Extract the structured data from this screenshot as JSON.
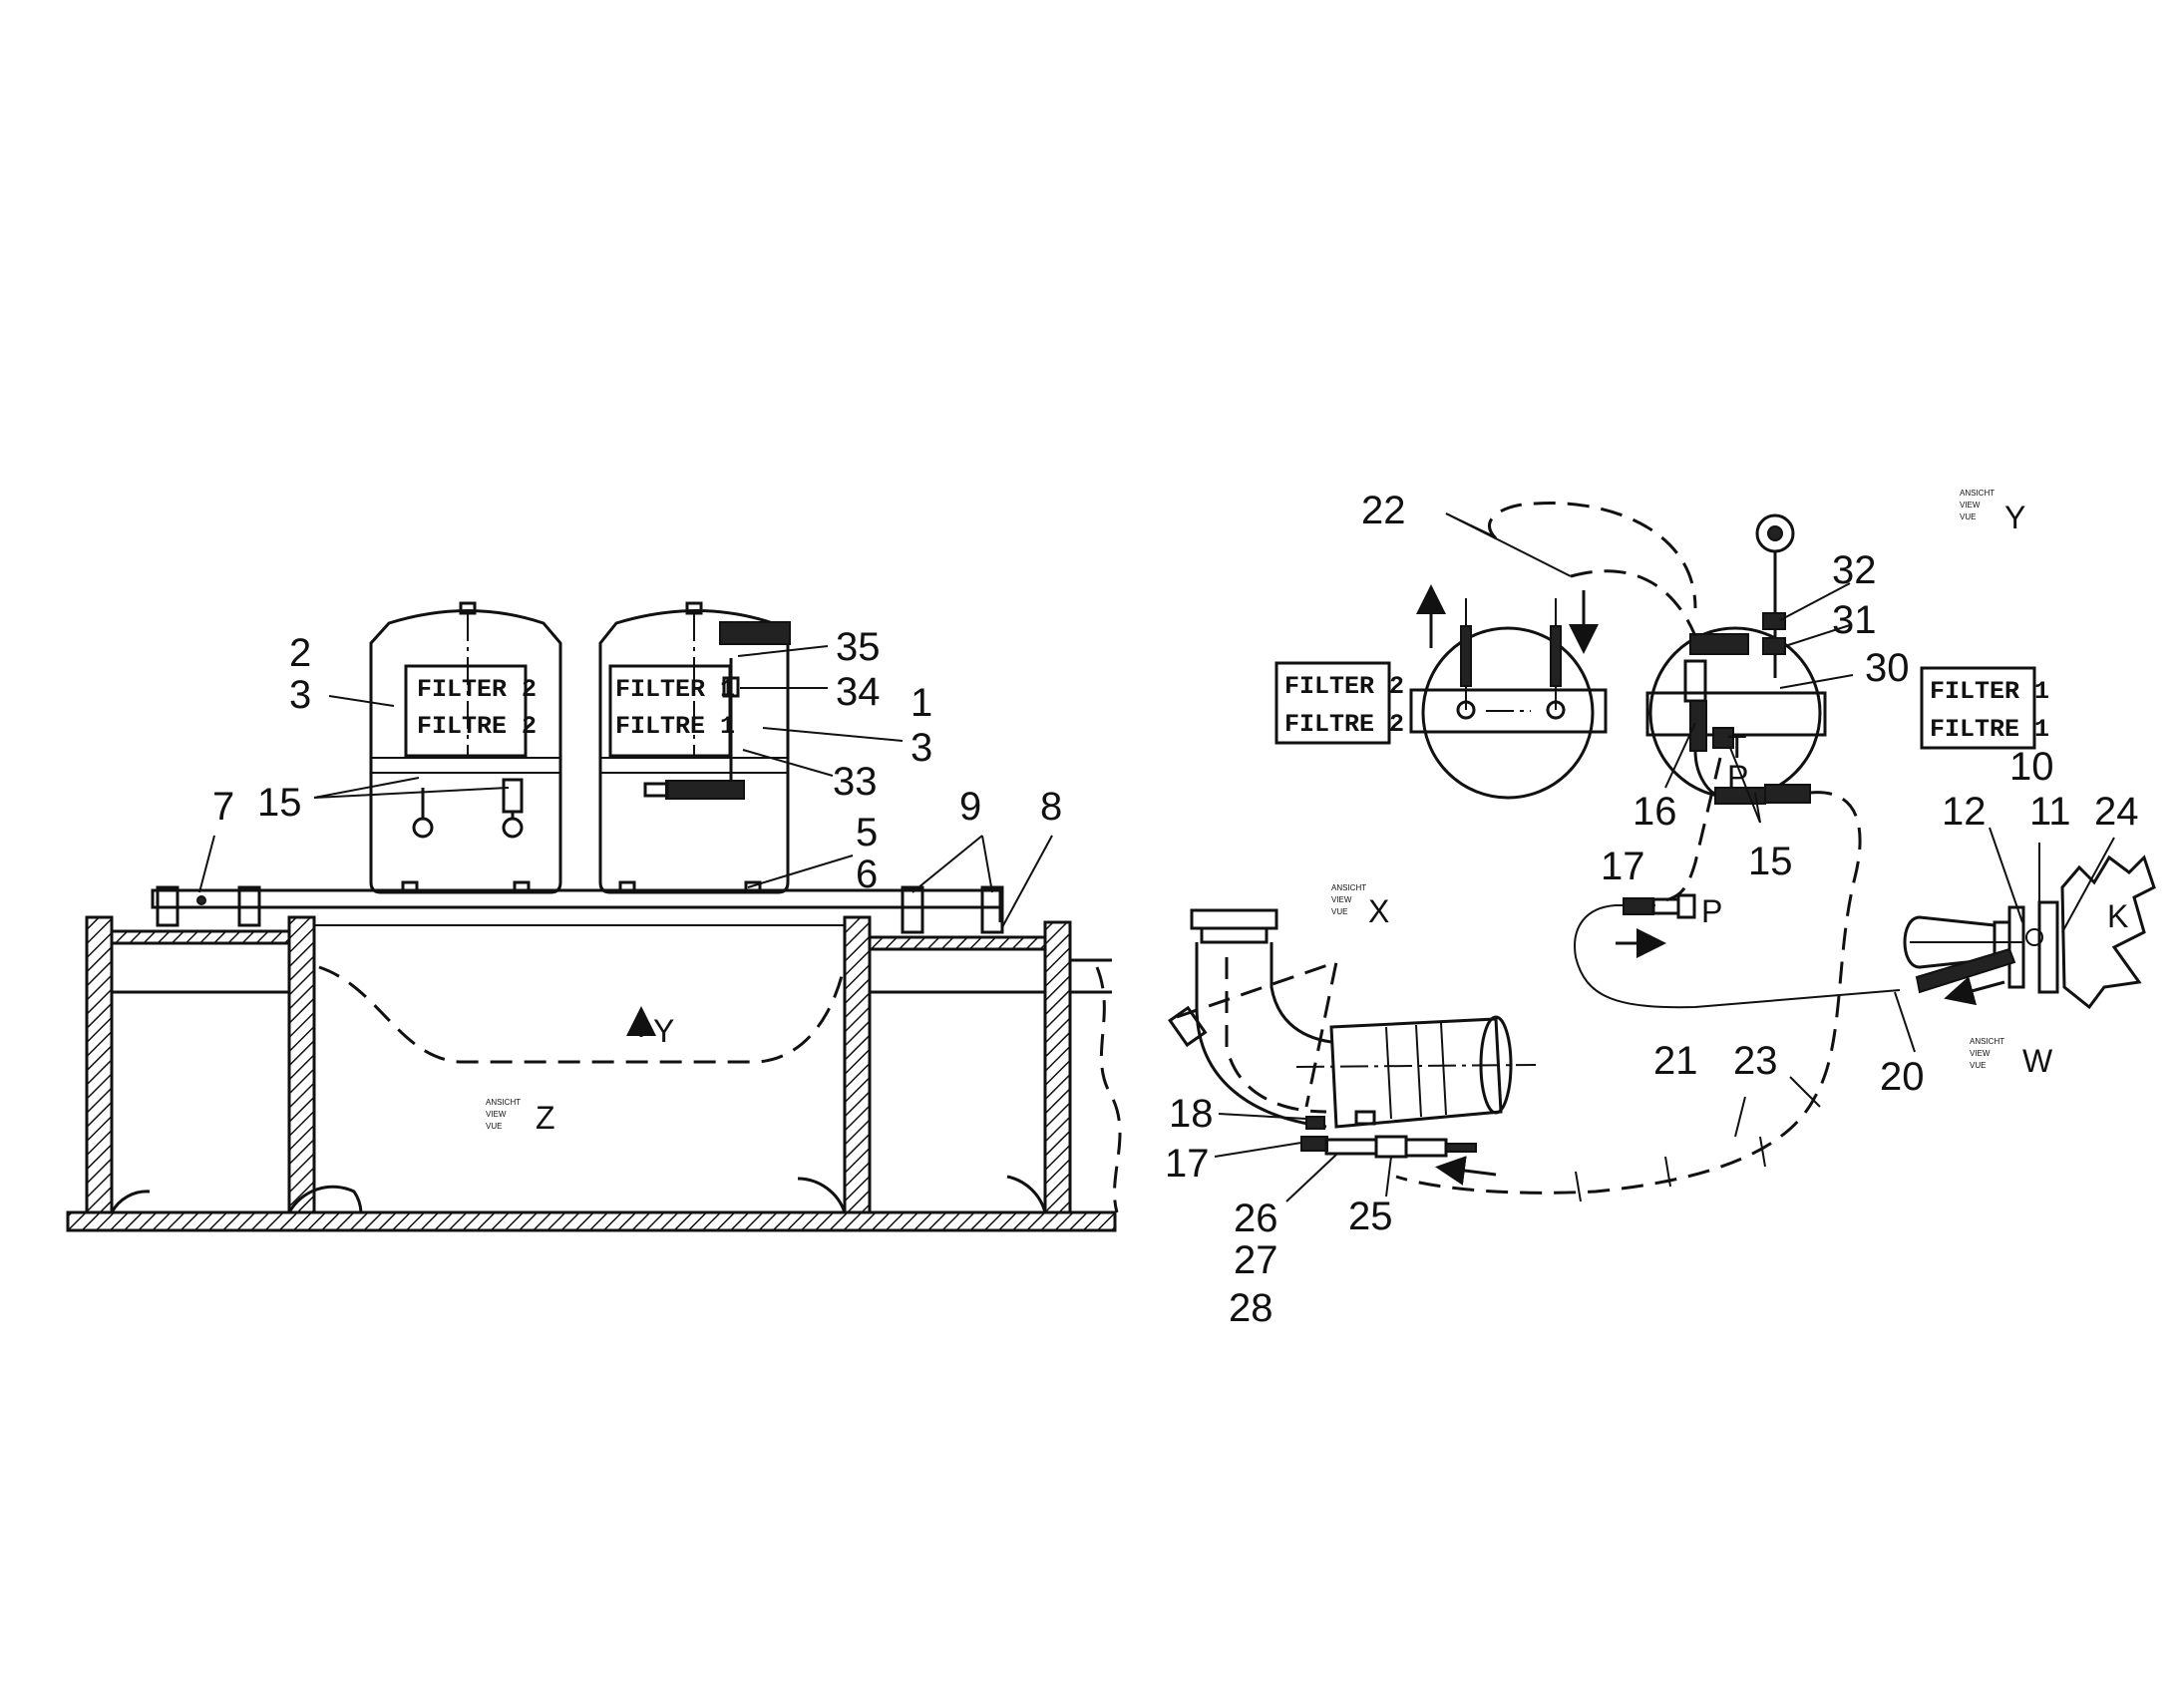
{
  "callouts": {
    "n1": "1",
    "n2": "2",
    "n3a": "3",
    "n3b": "3",
    "n5": "5",
    "n6": "6",
    "n7": "7",
    "n8": "8",
    "n9": "9",
    "n10": "10",
    "n11": "11",
    "n12": "12",
    "n15a": "15",
    "n15b": "15",
    "n16": "16",
    "n17a": "17",
    "n17b": "17",
    "n18": "18",
    "n20": "20",
    "n21": "21",
    "n22": "22",
    "n23": "23",
    "n24": "24",
    "n25": "25",
    "n26": "26",
    "n27": "27",
    "n28": "28",
    "n30": "30",
    "n31": "31",
    "n32": "32",
    "n33": "33",
    "n34": "34",
    "n35": "35"
  },
  "filter_labels": {
    "filter_2": "FILTER 2",
    "filtre_2": "FILTRE 2",
    "filter_1": "FILTER 1",
    "filtre_1": "FILTRE 1"
  },
  "views": {
    "z_letter": "Z",
    "y_letter": "Y",
    "x_letter": "X",
    "w_letter": "W",
    "k_letter": "K",
    "ansicht": "ANSICHT",
    "view": "VIEW",
    "vue": "VUE"
  },
  "port_labels": {
    "t": "T",
    "p": "P",
    "p2": "P"
  }
}
